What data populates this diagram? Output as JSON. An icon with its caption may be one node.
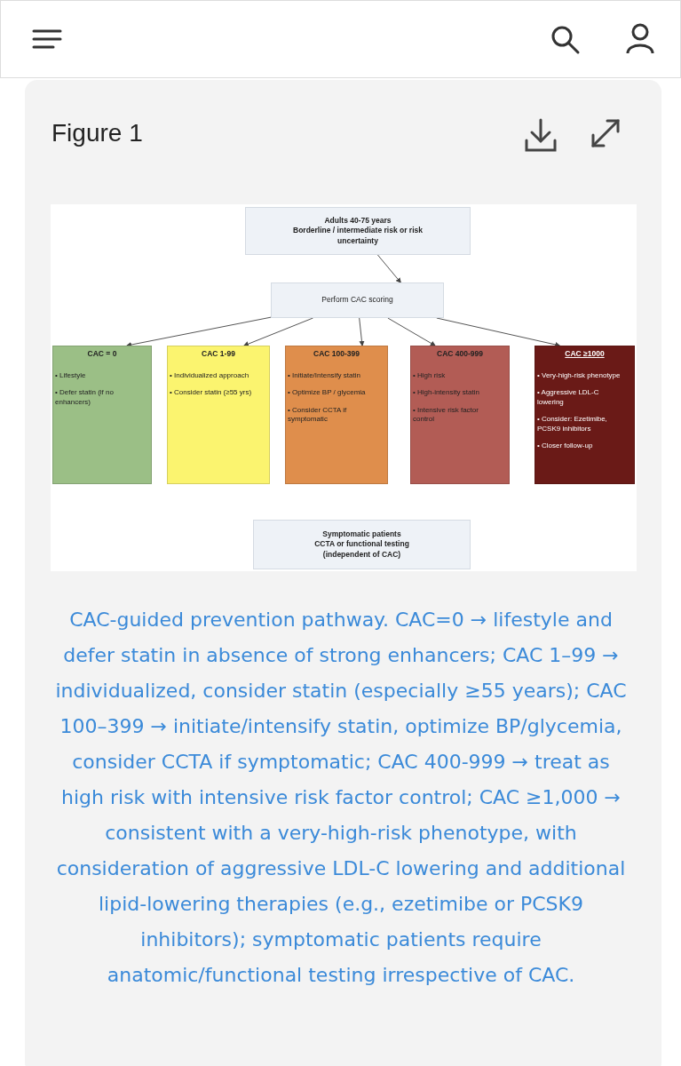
{
  "diagram": {
    "title": "Figure 1",
    "caption": "CAC-guided prevention pathway. CAC=0 → lifestyle and defer statin in absence of strong enhancers; CAC 1–99 → individualized, consider statin (especially ≥55 years); CAC 100–399 → initiate/intensify statin, optimize BP/glycemia, consider CCTA if symptomatic; CAC 400-999 → treat as high risk with intensive risk factor control; CAC ≥1,000 → consistent with a very-high-risk phenotype, with consideration of aggressive LDL-C lowering and additional lipid-lowering therapies (e.g., ezetimibe or PCSK9 inhibitors); symptomatic patients require anatomic/functional testing irrespective of CAC.",
    "nodes": [
      {
        "text": [
          "Adults 40-75 years",
          "Borderline / intermediate risk or risk uncertainty"
        ]
      },
      {
        "text": [
          "Perform CAC scoring"
        ]
      },
      {
        "text": [
          "CAC = 0",
          "• Lifestyle",
          "• Defer statin (if no enhancers)"
        ]
      },
      {
        "text": [
          "CAC 1-99",
          "• Individualized approach",
          "• Consider statin (≥55 yrs)"
        ]
      },
      {
        "text": [
          "CAC 100-399",
          "• Initiate/Intensify statin",
          "• Optimize BP / glycemia",
          "• Consider CCTA if symptomatic"
        ]
      },
      {
        "text": [
          "CAC 400-999",
          "• High risk",
          "• High-intensity statin",
          "• Intensive risk factor control"
        ]
      },
      {
        "text": [
          "CAC ≥1000",
          "• Very-high-risk phenotype",
          "• Aggressive LDL-C lowering",
          "• Consider: Ezetimibe, PCSK9 inhibitors",
          "• Closer follow-up"
        ]
      },
      {
        "text": [
          "Symptomatic patients",
          "CCTA or functional testing (independent of CAC)"
        ]
      }
    ],
    "edges": [
      {
        "from": 0,
        "to": 1,
        "arrow": "to"
      },
      {
        "from": 1,
        "to": 2,
        "arrow": "to"
      },
      {
        "from": 1,
        "to": 3,
        "arrow": "to"
      },
      {
        "from": 1,
        "to": 4,
        "arrow": "to"
      },
      {
        "from": 1,
        "to": 5,
        "arrow": "to"
      },
      {
        "from": 1,
        "to": 6,
        "arrow": "to"
      }
    ]
  }
}
